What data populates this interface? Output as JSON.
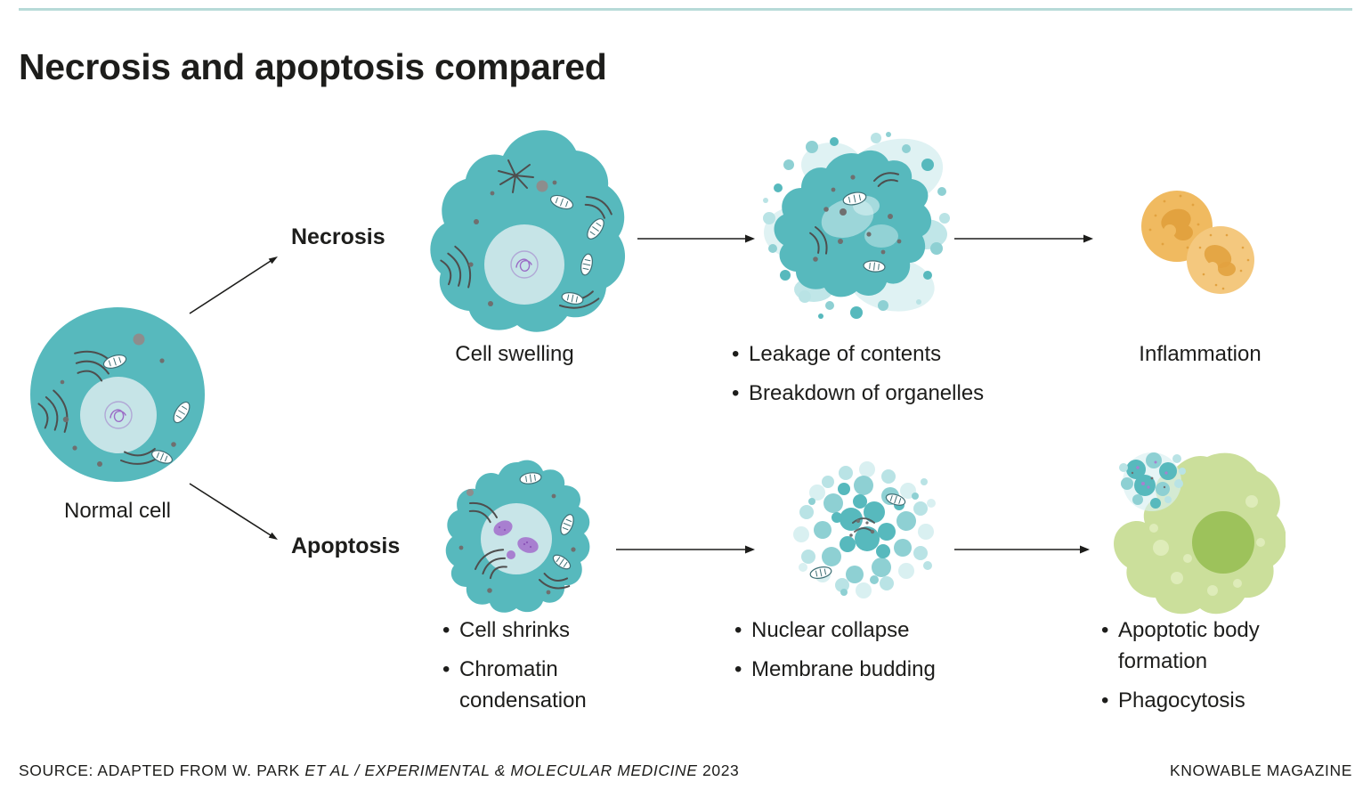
{
  "header": {
    "title": "Necrosis and apoptosis compared"
  },
  "diagram": {
    "start_label": "Normal cell",
    "necrosis": {
      "label": "Necrosis",
      "stage1_caption": "Cell swelling",
      "stage2_bullets": [
        "Leakage of contents",
        "Breakdown of organelles"
      ],
      "stage3_caption": "Inflammation"
    },
    "apoptosis": {
      "label": "Apoptosis",
      "stage1_bullets": [
        "Cell shrinks",
        "Chromatin condensation"
      ],
      "stage2_bullets": [
        "Nuclear collapse",
        "Membrane budding"
      ],
      "stage3_bullets": [
        "Apoptotic body formation",
        "Phagocytosis"
      ]
    }
  },
  "footer": {
    "source_prefix": "SOURCE: ADAPTED FROM W. PARK ",
    "source_italic": "ET AL / EXPERIMENTAL & MOLECULAR MEDICINE",
    "source_suffix": " 2023",
    "brand": "KNOWABLE MAGAZINE"
  },
  "colors": {
    "ink": "#1d1d1b",
    "rule": "#b7dad8",
    "teal": "#57b9bd",
    "tealMid": "#8ed0d3",
    "tealLight": "#b9e3e5",
    "tealXlight": "#d9f0f1",
    "nucleus": "#cfe7ea",
    "purple": "#a87fd0",
    "purpleDark": "#8a54b8",
    "purpleStroke": "#9b6cc6",
    "organelle": "#4e4e4e",
    "dot": "#6f6f6f",
    "dotLight": "#8d8d8d",
    "mito": "#3f7076",
    "orange": "#f0ba60",
    "orangeLight": "#f4c87e",
    "orangeDark": "#e2a23f",
    "green": "#cbdf9b",
    "greenDark": "#9dc25b",
    "greenLight": "#deecb9"
  }
}
